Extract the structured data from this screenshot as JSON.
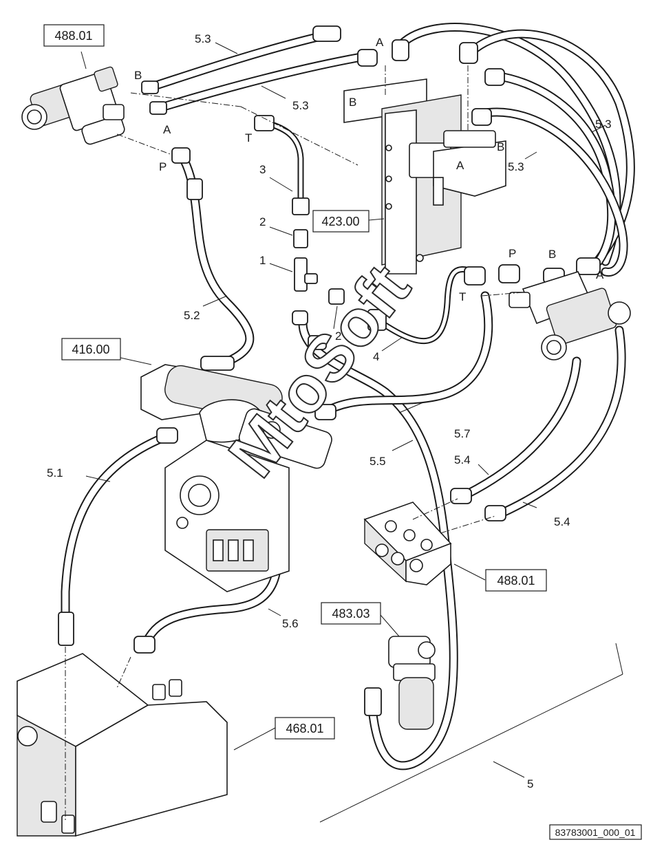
{
  "reference_boxes": [
    {
      "id": "b1",
      "text": "488.01"
    },
    {
      "id": "b2",
      "text": "423.00"
    },
    {
      "id": "b3",
      "text": "416.00"
    },
    {
      "id": "b4",
      "text": "488.01"
    },
    {
      "id": "b5",
      "text": "483.03"
    },
    {
      "id": "b6",
      "text": "468.01"
    }
  ],
  "callouts": [
    {
      "id": "c1",
      "text": "5.3"
    },
    {
      "id": "c2",
      "text": "5.3"
    },
    {
      "id": "c3",
      "text": "5.3"
    },
    {
      "id": "c4",
      "text": "5.3"
    },
    {
      "id": "c5",
      "text": "3"
    },
    {
      "id": "c6",
      "text": "2"
    },
    {
      "id": "c7",
      "text": "1"
    },
    {
      "id": "c8",
      "text": "2"
    },
    {
      "id": "c9",
      "text": "4"
    },
    {
      "id": "c10",
      "text": "5.2"
    },
    {
      "id": "c11",
      "text": "5.7"
    },
    {
      "id": "c12",
      "text": "5.5"
    },
    {
      "id": "c13",
      "text": "5.4"
    },
    {
      "id": "c14",
      "text": "5.4"
    },
    {
      "id": "c15",
      "text": "5.1"
    },
    {
      "id": "c16",
      "text": "5.6"
    },
    {
      "id": "c17",
      "text": "5"
    }
  ],
  "port_labels": [
    {
      "id": "p1",
      "text": "B"
    },
    {
      "id": "p2",
      "text": "A"
    },
    {
      "id": "p3",
      "text": "P"
    },
    {
      "id": "p4",
      "text": "T"
    },
    {
      "id": "p5",
      "text": "A"
    },
    {
      "id": "p6",
      "text": "B"
    },
    {
      "id": "p7",
      "text": "A"
    },
    {
      "id": "p8",
      "text": "B"
    },
    {
      "id": "p9",
      "text": "P"
    },
    {
      "id": "p10",
      "text": "B"
    },
    {
      "id": "p11",
      "text": "T"
    },
    {
      "id": "p12",
      "text": "A"
    }
  ],
  "watermark": "MtoSoft",
  "document_id": "83783001_000_01"
}
